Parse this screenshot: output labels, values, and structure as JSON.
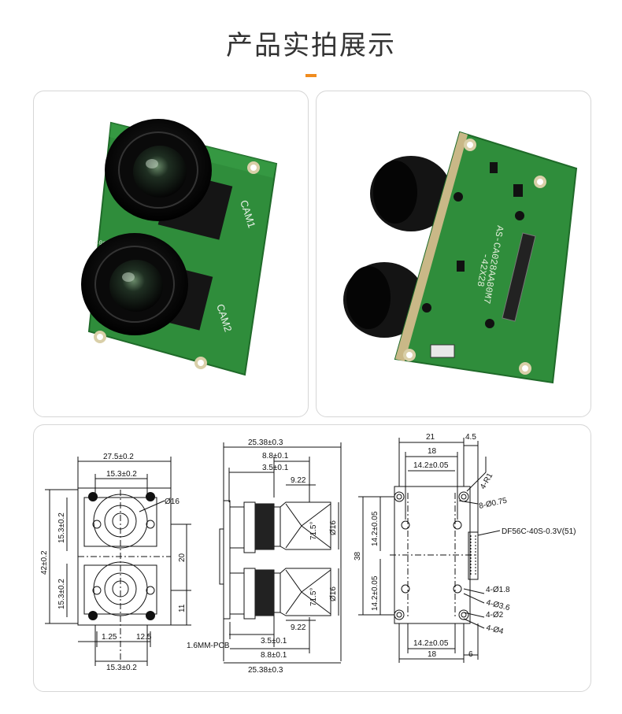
{
  "header": {
    "title": "产品实拍展示"
  },
  "colors": {
    "accent": "#f08c1e",
    "pcb": "#2e8a3a",
    "line": "#111111"
  },
  "photos": {
    "front": {
      "labels": [
        "CAM1",
        "CAM2"
      ],
      "serial": "158869B260604X6607"
    },
    "back": {
      "model": "AS-CA028AA80M7",
      "size": "-42X28"
    }
  },
  "drawing": {
    "front_view": {
      "width_top": "27.5±0.2",
      "width_inner": "15.3±0.2",
      "lens_dia": "Ø16",
      "height_total": "42±0.2",
      "height_upper": "15.3±0.2",
      "height_lower": "15.3±0.2",
      "center_20": "20",
      "dim_11": "11",
      "dim_125": "1.25",
      "dim_12_5": "12.5",
      "width_bottom": "15.3±0.2"
    },
    "side_view": {
      "length_total_top": "25.38±0.3",
      "len_88_top": "8.8±0.1",
      "len_35_top": "3.5±0.1",
      "dim_922_top": "9.22",
      "fov_1": "71.5°",
      "dia_1": "Ø16",
      "fov_2": "71.5°",
      "dia_2": "Ø16",
      "dim_922_bottom": "9.22",
      "len_35_bottom": "3.5±0.1",
      "pcb": "1.6MM-PCB",
      "len_88_bottom": "8.8±0.1",
      "length_total_bottom": "25.38±0.3"
    },
    "back_view": {
      "dim_21": "21",
      "dim_45": "4.5",
      "dim_18_top": "18",
      "dim_142_top": "14.2±0.05",
      "r1": "4-R1",
      "hole_075": "8-Ø0.75",
      "connector": "DF56C-40S-0.3V(51)",
      "v_142_upper": "14.2±0.05",
      "v_38": "38",
      "v_142_lower": "14.2±0.05",
      "hole_18": "4-Ø1.8",
      "hole_36": "4-Ø3.6",
      "hole_2": "4-Ø2",
      "hole_4": "4-Ø4",
      "dim_142_bottom": "14.2±0.05",
      "dim_18_bottom": "18",
      "dim_6": "6"
    }
  }
}
